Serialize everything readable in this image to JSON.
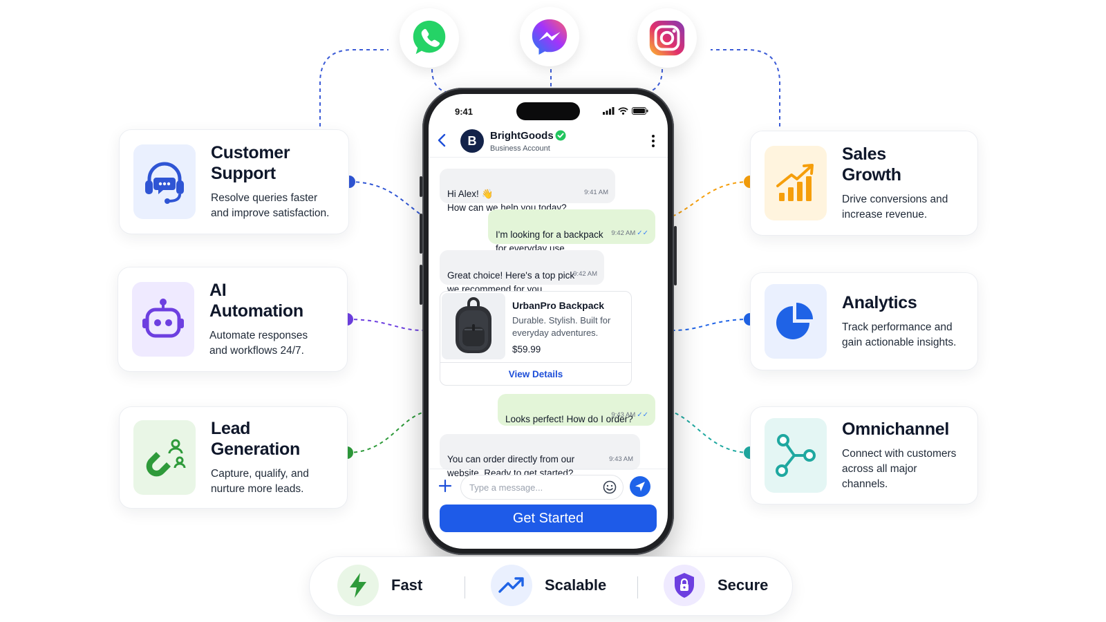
{
  "social": [
    {
      "name": "whatsapp-icon",
      "color": "#25d366"
    },
    {
      "name": "messenger-icon",
      "color": "#7b42f6"
    },
    {
      "name": "instagram-icon",
      "color": "#e1306c"
    }
  ],
  "cards": {
    "support": {
      "title": "Customer\nSupport",
      "desc": "Resolve queries faster\nand improve satisfaction.",
      "accent": "#2f55d4",
      "tile": "#eaf0fe"
    },
    "automation": {
      "title": "AI\nAutomation",
      "desc": "Automate responses\nand workflows 24/7.",
      "accent": "#6d3fe0",
      "tile": "#efeaff"
    },
    "lead": {
      "title": "Lead\nGeneration",
      "desc": "Capture, qualify, and\nnurture more leads.",
      "accent": "#2e9a3a",
      "tile": "#e9f6e6"
    },
    "sales": {
      "title": "Sales\nGrowth",
      "desc": "Drive conversions and\nincrease revenue.",
      "accent": "#f59e0b",
      "tile": "#fff4de"
    },
    "analytics": {
      "title": "Analytics",
      "desc": "Track performance and\ngain actionable insights.",
      "accent": "#1f63e6",
      "tile": "#eaf0fe"
    },
    "omni": {
      "title": "Omnichannel",
      "desc": "Connect with customers\nacross all major channels.",
      "accent": "#1fa8a0",
      "tile": "#e4f6f4"
    }
  },
  "phone": {
    "status_time": "9:41",
    "business": {
      "avatar": "B",
      "name": "BrightGoods",
      "sub": "Business Account"
    },
    "messages": [
      {
        "text": "Hi Alex! 👋\nHow can we help you today?",
        "time": "9:41 AM"
      },
      {
        "text": "I'm looking for a backpack\nfor everyday use.",
        "time": "9:42 AM"
      },
      {
        "text": "Great choice! Here's a top pick\nwe recommend for you.",
        "time": "9:42 AM"
      },
      {
        "text": "Looks perfect! How do I order?",
        "time": "9:43 AM"
      },
      {
        "text": "You can order directly from our\nwebsite. Ready to get started?",
        "time": "9:43 AM"
      }
    ],
    "product": {
      "name": "UrbanPro Backpack",
      "desc": "Durable. Stylish. Built for\neveryday adventures.",
      "price": "$59.99",
      "cta": "View Details"
    },
    "composer": {
      "placeholder": "Type a message..."
    },
    "cta": "Get Started"
  },
  "pill": {
    "fast": "Fast",
    "scalable": "Scalable",
    "secure": "Secure"
  }
}
